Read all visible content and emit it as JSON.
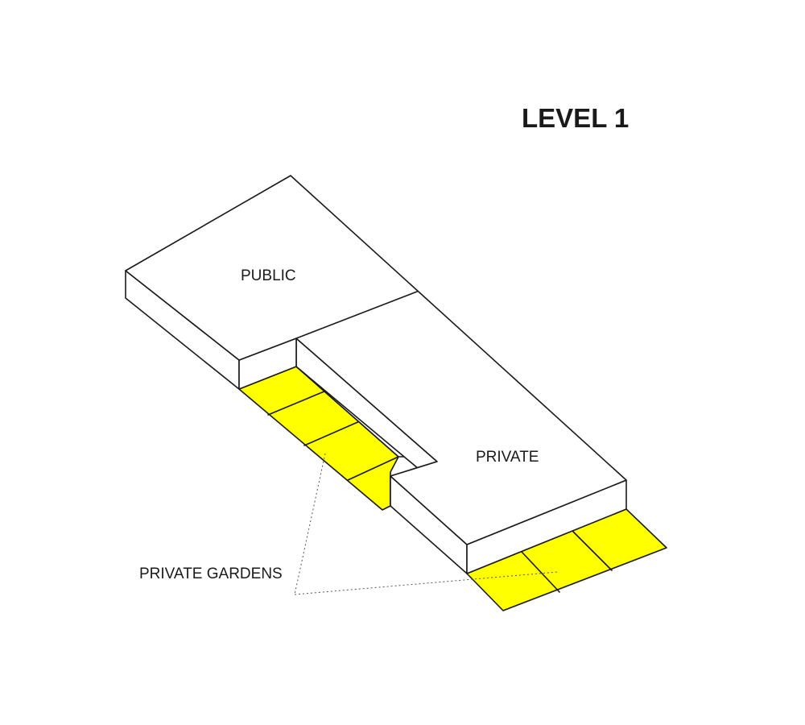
{
  "diagram": {
    "title": "LEVEL 1",
    "labels": {
      "public": "PUBLIC",
      "private": "PRIVATE",
      "private_gardens": "PRIVATE GARDENS"
    },
    "colors": {
      "garden_fill": "#ffff00",
      "slab_fill": "#ffffff",
      "outline": "#1a1a1a"
    }
  }
}
